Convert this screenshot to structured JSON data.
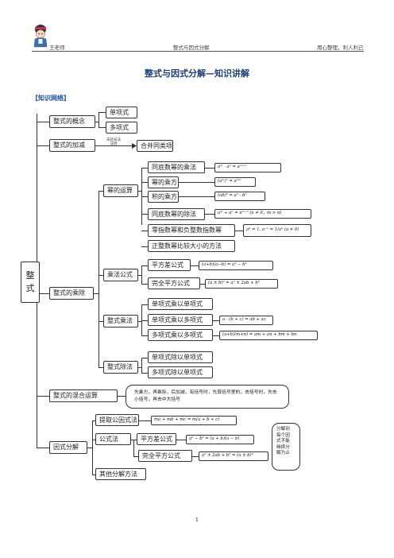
{
  "header": {
    "left": "王老师",
    "center": "整式与因式分解",
    "right": "用心整理，利人利己"
  },
  "title": "整式与因式分解—知识讲解",
  "section_label": "【知识网络】",
  "root": "整\n式",
  "l1": {
    "concept": "整式的概念",
    "addsub": "整式的加减",
    "muldiv": "整式的乘除",
    "mixed": "整式的混合运算",
    "factor": "因式分解"
  },
  "concept": {
    "monomial": "单项式",
    "polynomial": "多项式"
  },
  "addsub": {
    "note": "去括号法\n法则",
    "merge": "合并同类项"
  },
  "power_ops": {
    "label": "幂的运算",
    "items": [
      {
        "label": "同底数幂的乘法",
        "formula": "aᵐ · aⁿ = aᵐ⁺ⁿ"
      },
      {
        "label": "幂的乘方",
        "formula": "(aᵐ)ⁿ = aᵐⁿ"
      },
      {
        "label": "积的乘方",
        "formula": "(ab)ⁿ = aⁿ · bⁿ"
      },
      {
        "label": "同底数幂的除法",
        "formula": "aᵐ ÷ aⁿ = aᵐ⁻ⁿ  (a ≠ 0，m > n)"
      },
      {
        "label": "零指数幂和负整数指数幂",
        "formula": "a⁰ = 1, a⁻ⁿ = 1/aⁿ (a ≠ 0)"
      },
      {
        "label": "正整数幂比较大小的方法",
        "formula": ""
      }
    ]
  },
  "mult_formula": {
    "label": "乘法公式",
    "items": [
      {
        "label": "平方差公式",
        "formula": "(a+b)(a−b) = a² − b²"
      },
      {
        "label": "完全平方公式",
        "formula": "(a ± b)² = a² ± 2ab + b²"
      }
    ]
  },
  "mult": {
    "label": "整式乘法",
    "items": [
      {
        "label": "单项式乘以单项式",
        "formula": ""
      },
      {
        "label": "单项式乘以多项式",
        "formula": "a · (b + c) = ab + ac"
      },
      {
        "label": "多项式乘以多项式",
        "formula": "(a+b)(m+n) = am + an + bm + bn"
      }
    ]
  },
  "div": {
    "label": "整式除法",
    "items": [
      {
        "label": "单项式除以单项式"
      },
      {
        "label": "多项式除以单项式"
      }
    ]
  },
  "mixed_note": "先乘方，再乘除，后加减，有括号时，先算括号里的，去括号时，先去小括号，再去中大括号",
  "factorization": {
    "common": {
      "label": "提取公因式法",
      "formula": "ma + mb + mc = m(a + b + c)"
    },
    "formula_method": "公式法",
    "diff_sq": {
      "label": "平方差公式",
      "formula": "a² − b² = (a + b)(a − b)"
    },
    "perfect_sq": {
      "label": "完全平方公式",
      "formula": "a² ± 2ab + b² = (a ± b)²"
    },
    "other": "其他分解方法",
    "side_note": "分解到\n每个因\n式不能\n继续分\n解为止"
  },
  "page_number": "1"
}
